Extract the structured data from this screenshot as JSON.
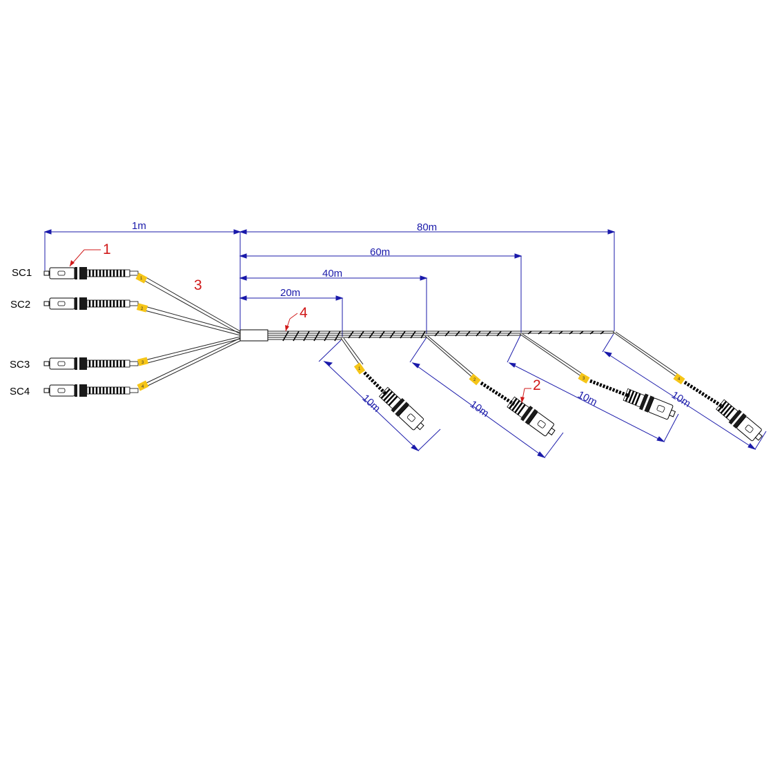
{
  "colors": {
    "dimension": "#1a1aaa",
    "callout": "#d01818",
    "label_tag": "#f5c518",
    "cable": "#222222"
  },
  "connector_labels": [
    "SC1",
    "SC2",
    "SC3",
    "SC4"
  ],
  "tag_numbers": [
    "1",
    "2",
    "3",
    "4"
  ],
  "callouts": {
    "c1": "1",
    "c2": "2",
    "c3": "3",
    "c4": "4"
  },
  "dimensions": {
    "fanout_length": "1m",
    "trunk_total": "80m",
    "breakout_3": "60m",
    "breakout_2": "40m",
    "breakout_1": "20m",
    "drop_length": "10m"
  }
}
